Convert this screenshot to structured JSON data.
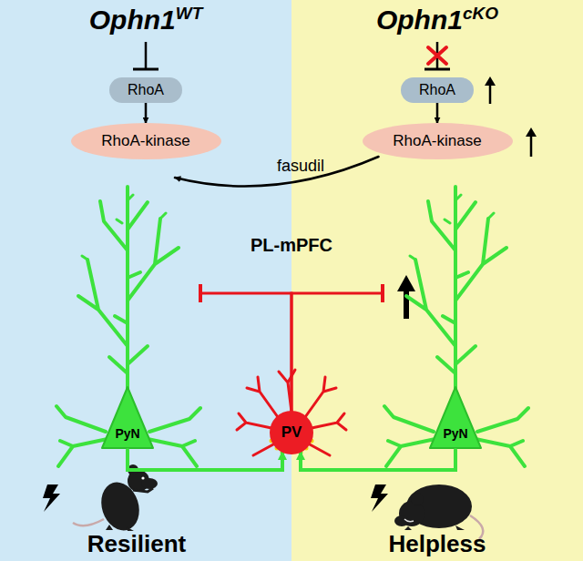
{
  "diagram": {
    "nodes": [
      {
        "text": [
          "RhoA"
        ]
      },
      {
        "text": [
          "RhoA"
        ]
      },
      {
        "text": [
          "RhoA-kinase"
        ]
      },
      {
        "text": [
          "RhoA-kinase"
        ]
      },
      {
        "text": [
          "PyN"
        ]
      },
      {
        "text": [
          "PyN"
        ]
      },
      {
        "text": [
          "PV"
        ]
      }
    ],
    "edges": [
      {
        "from": 0,
        "to": 2,
        "arrow": "to"
      },
      {
        "from": 1,
        "to": 3,
        "arrow": "to"
      },
      {
        "from": 3,
        "to": 4,
        "label": "fasudil",
        "arrow": "to"
      },
      {
        "from": 6,
        "to": 4,
        "arrow": "to"
      },
      {
        "from": 6,
        "to": 5,
        "arrow": "to"
      },
      {
        "from": 4,
        "to": 6,
        "arrow": "to"
      },
      {
        "from": 5,
        "to": 6,
        "arrow": "to"
      }
    ],
    "labels": [
      "Ophn1",
      "WT",
      "Ophn1",
      "cKO",
      "PL-mPFC",
      "Resilient",
      "Helpless"
    ]
  }
}
